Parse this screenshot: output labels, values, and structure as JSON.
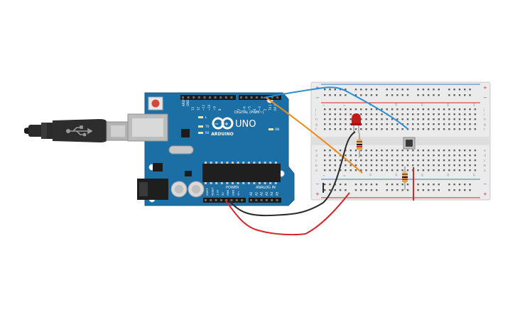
{
  "board": {
    "brand": "ARDUINO",
    "model": "UNO",
    "digital_label": "DIGITAL (PWM~)",
    "power_label": "POWER",
    "analog_label": "ANALOG IN",
    "on_label": "ON",
    "tx_label": "TX",
    "rx_label": "RX",
    "l_label": "L",
    "aref_label": "AREF",
    "gnd_label": "GND",
    "digital_pins": [
      "13",
      "12",
      "~11",
      "~10",
      "~9",
      "8",
      "7",
      "~6",
      "~5",
      "4",
      "~3",
      "2",
      "TX 1",
      "RX 0"
    ],
    "power_pins": [
      "IOREF",
      "RESET",
      "3.3V",
      "5V",
      "GND",
      "GND",
      "Vin"
    ],
    "analog_pins": [
      "A0",
      "A1",
      "A2",
      "A3",
      "A4",
      "A5"
    ]
  },
  "breadboard": {
    "row_letters_top": [
      "j",
      "i",
      "h",
      "g",
      "f"
    ],
    "row_letters_bottom": [
      "e",
      "d",
      "c",
      "b",
      "a"
    ],
    "column_numbers": [
      "1",
      "5",
      "10",
      "15",
      "20",
      "25",
      "30"
    ],
    "rail_plus": "+",
    "rail_minus": "−"
  },
  "wires": {
    "colors": {
      "blue": "#2b8fd1",
      "orange": "#ee8a1b",
      "black": "#2b2b2b",
      "red": "#d6262b"
    }
  },
  "components": {
    "led_color": "#c41a1a",
    "resistor_color": "#e0b873",
    "button_color": "#3a3a3a"
  }
}
